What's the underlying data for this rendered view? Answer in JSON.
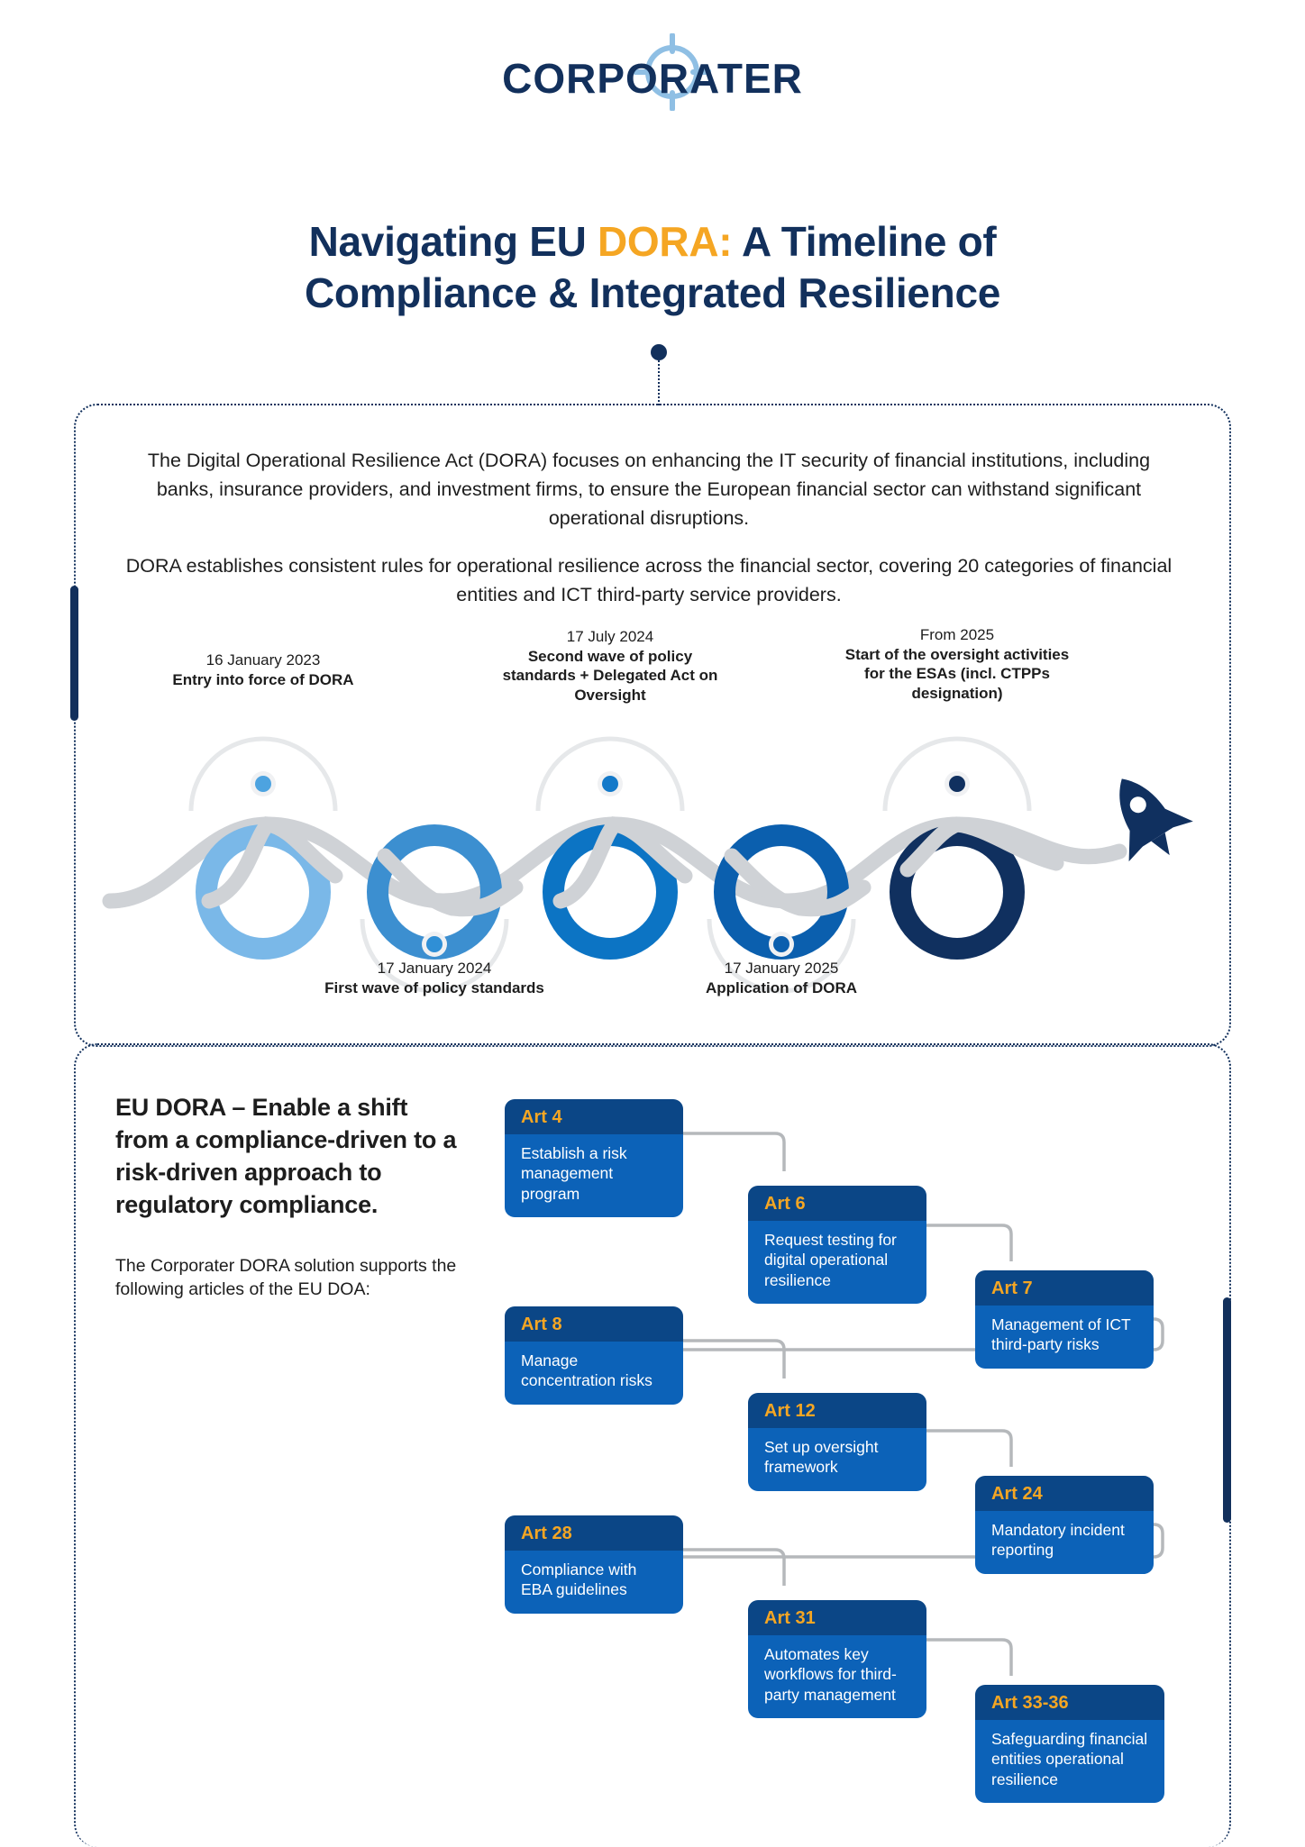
{
  "brand": {
    "name": "CORPORATER",
    "logo_icon": "target-crosshair-icon",
    "navy": "#12305c",
    "orange": "#f5a623",
    "blue": "#0c62b8"
  },
  "title": {
    "line1_a": "Navigating EU ",
    "line1_accent": "DORA:",
    "line1_b": " A Timeline of",
    "line2": "Compliance & Integrated Resilience"
  },
  "intro": {
    "p1": "The Digital Operational Resilience Act (DORA) focuses on enhancing the IT security of financial institutions, including banks, insurance providers, and investment firms, to ensure the European financial sector can withstand significant operational disruptions.",
    "p2": "DORA establishes consistent rules for operational resilience across the financial sector, covering 20 categories of financial entities and ICT third-party service providers."
  },
  "timeline": {
    "milestones": [
      {
        "date": "16 January 2023",
        "desc": "Entry into force of DORA",
        "position": "above",
        "ring_color": "#7ab8e8"
      },
      {
        "date": "17 January 2024",
        "desc": "First wave of policy standards",
        "position": "below",
        "ring_color": "#3c8fd0"
      },
      {
        "date": "17 July 2024",
        "desc": "Second wave of policy standards + Delegated Act on Oversight",
        "position": "above",
        "ring_color": "#0c74c4"
      },
      {
        "date": "17 January 2025",
        "desc": "Application of DORA",
        "position": "below",
        "ring_color": "#0b5fae"
      },
      {
        "date": "From 2025",
        "desc": "Start of the oversight activities for the ESAs (incl. CTPPs designation)",
        "position": "above",
        "ring_color": "#10305f"
      }
    ],
    "end_icon": "rocket-icon"
  },
  "articles_section": {
    "heading": "EU DORA – Enable a shift from a compliance-driven to a risk-driven approach to regulatory compliance.",
    "subtext": "The Corporater DORA solution supports the following articles of the EU DOA:",
    "cards": [
      {
        "label": "Art 4",
        "text": "Establish a risk management program"
      },
      {
        "label": "Art 6",
        "text": "Request testing for digital operational resilience"
      },
      {
        "label": "Art 7",
        "text": "Management of ICT third-party risks"
      },
      {
        "label": "Art 8",
        "text": "Manage concentration risks"
      },
      {
        "label": "Art 12",
        "text": "Set up oversight framework"
      },
      {
        "label": "Art 24",
        "text": "Mandatory incident reporting"
      },
      {
        "label": "Art 28",
        "text": "Compliance with EBA guidelines"
      },
      {
        "label": "Art 31",
        "text": "Automates key workflows for third-party management"
      },
      {
        "label": "Art 33-36",
        "text": "Safeguarding financial entities operational resilience"
      }
    ]
  }
}
